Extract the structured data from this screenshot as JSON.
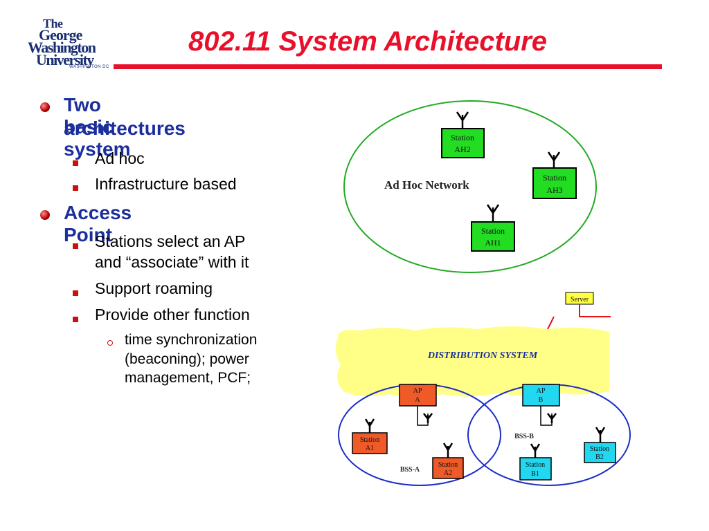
{
  "logo": {
    "line1": "The",
    "line2": "George",
    "line3": "Washington",
    "line4": "University",
    "line5": "WASHINGTON DC"
  },
  "title": "802.11 System Architecture",
  "bullets": [
    {
      "text_lines": [
        "Two basic system",
        "architectures"
      ],
      "sub": [
        {
          "lines": [
            " Ad hoc"
          ]
        },
        {
          "lines": [
            "Infrastructure based"
          ]
        }
      ]
    },
    {
      "text_lines": [
        "Access Point"
      ],
      "sub": [
        {
          "lines": [
            "Stations select an AP",
            "and “associate” with it"
          ]
        },
        {
          "lines": [
            " Support roaming"
          ]
        },
        {
          "lines": [
            " Provide other function"
          ]
        }
      ],
      "subsub": [
        {
          "lines": [
            " time synchronization",
            "(beaconing); power",
            "management, PCF;"
          ]
        }
      ]
    }
  ],
  "diagram": {
    "adhoc": {
      "label": "Ad Hoc Network",
      "stations": [
        {
          "line1": "Station",
          "line2": "AH2"
        },
        {
          "line1": "Station",
          "line2": "AH3"
        },
        {
          "line1": "Station",
          "line2": "AH1"
        }
      ]
    },
    "infra": {
      "server": "Server",
      "distribution": "DISTRIBUTION SYSTEM",
      "ap_a": {
        "line1": "AP",
        "line2": "A"
      },
      "ap_b": {
        "line1": "AP",
        "line2": "B"
      },
      "bss_a": "BSS-A",
      "bss_b": "BSS-B",
      "stations": [
        {
          "line1": "Station",
          "line2": "A1"
        },
        {
          "line1": "Station",
          "line2": "A2"
        },
        {
          "line1": "Station",
          "line2": "B1"
        },
        {
          "line1": "Station",
          "line2": "B2"
        }
      ]
    }
  },
  "colors": {
    "title": "#e8102a",
    "bullet_text": "#1b2e9c",
    "adhoc_station": "#22dd22",
    "ap_a": "#f05a28",
    "ap_b": "#22d8f0",
    "cloud": "#ffff88",
    "server": "#ffff44"
  }
}
